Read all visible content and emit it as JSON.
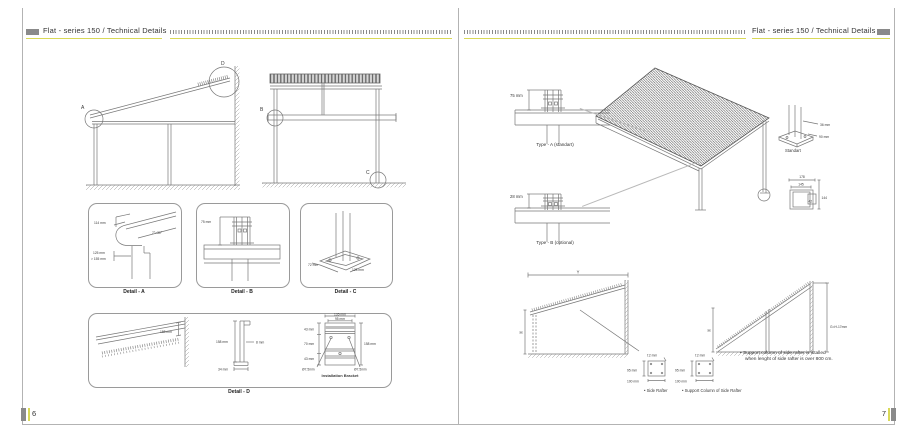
{
  "colors": {
    "accent_yellow": "#d9d957",
    "dash_gray": "#8a8a8a",
    "line_gray": "#777777"
  },
  "left_page": {
    "header": "Flat - series 150 /  Technical Details",
    "page_number": "6",
    "side_view": {
      "callout_a": "A",
      "callout_d": "D"
    },
    "front_view": {
      "callout_b": "B",
      "callout_c": "C"
    },
    "detail_a": {
      "caption": "Detail - A",
      "dim_width": "114 mm",
      "dim_h1": "125 mm",
      "dim_h2": "> 155 mm",
      "dim_angle": "7°>30°"
    },
    "detail_b": {
      "caption": "Detail - B",
      "dim": "75 mm"
    },
    "detail_c": {
      "caption": "Detail - C",
      "dim_w": "72 mm",
      "dim_d": "128 mm"
    },
    "detail_d": {
      "caption": "Detail - D",
      "wall_dim": "158 mm",
      "profile": {
        "height": "158 mm",
        "thickness": "8 mm",
        "base": "34 mm"
      },
      "bracket": {
        "caption": "Installation Bracket",
        "width_outer": "135 mm",
        "width_inner": "95 mm",
        "h_top": "43 mm",
        "h_mid": "70 mm",
        "h_bottom": "43 mm",
        "height": "158 mm",
        "hole_left": "Ø7.5mm",
        "hole_right": "Ø7.5mm"
      }
    }
  },
  "right_page": {
    "header": "Flat - series 150 /  Technical Details",
    "page_number": "7",
    "type_a": {
      "dim": "75 mm",
      "caption": "Type - A (standart)"
    },
    "type_b": {
      "dim": "28 mm",
      "caption": "Type - B (optional)"
    },
    "standart_column": {
      "dim_top": "36 mm",
      "dim_bottom": "90 mm",
      "caption": "Standart"
    },
    "column_profile": {
      "dim_outer": "178",
      "dim_inner": "145",
      "dim_height": "144",
      "dim_wall": "42"
    },
    "side_rafter_view": {
      "dim_top": "Y",
      "dim_left": "H"
    },
    "support_view": {
      "dim_left": "H",
      "dim_right": "G=H-17mm"
    },
    "side_rafter_section": {
      "thickness": "t:2 mm",
      "height": "95 mm",
      "width": "100 mm",
      "caption": "• Side Rafter"
    },
    "support_section": {
      "thickness": "t:2 mm",
      "height": "95 mm",
      "width": "100 mm",
      "caption": "• Support Column of Side Rafter"
    },
    "note": {
      "line1": "• Support column of side rafter is istalled",
      "line2": "when lenght of side rafter is over 800 cm."
    }
  }
}
